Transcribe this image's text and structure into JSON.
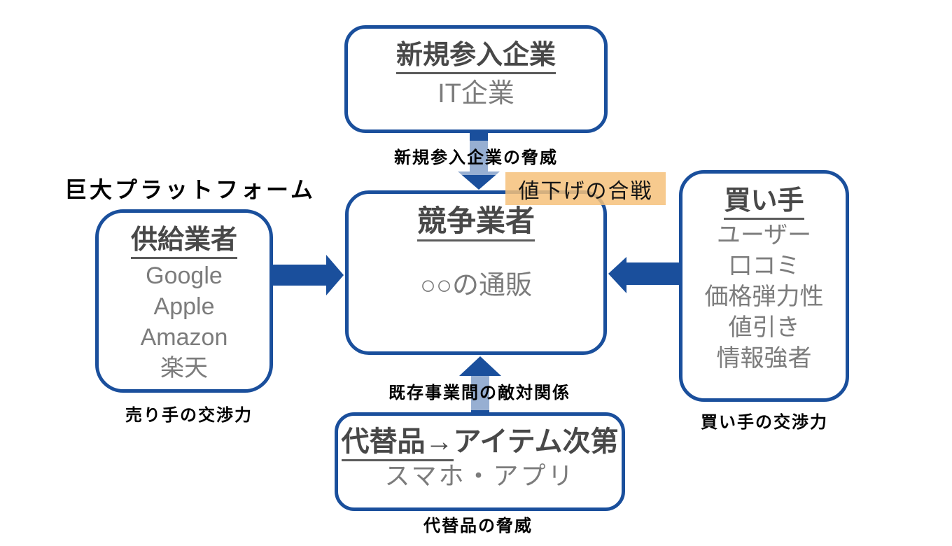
{
  "diagram": {
    "type": "five-forces-diagram",
    "colors": {
      "line_blue": "#1a4f9c",
      "arrow_light_blue": "#8fa9ce",
      "title_gray": "#484848",
      "body_gray": "#7c7c7c",
      "label_black": "#000000",
      "highlight_orange": "#f6c17a"
    },
    "annotations": {
      "platform": "巨大プラットフォーム",
      "price_war": "値下げの合戦"
    },
    "boxes": {
      "new_entrants": {
        "title": "新規参入企業",
        "body": [
          "IT企業"
        ]
      },
      "competitors": {
        "title": "競争業者",
        "body": [
          "○○の通販"
        ]
      },
      "suppliers": {
        "title": "供給業者",
        "body": [
          "Google",
          "Apple",
          "Amazon",
          "楽天"
        ]
      },
      "buyers": {
        "title": "買い手",
        "body": [
          "ユーザー",
          "口コミ",
          "価格弾力性",
          "値引き",
          "情報強者"
        ]
      },
      "substitutes": {
        "title_underline": "代替品→",
        "title_rest": "アイテム次第",
        "body": [
          "スマホ・アプリ"
        ]
      }
    },
    "labels": {
      "new_entrants_threat": "新規参入企業の脅威",
      "rivalry": "既存事業間の敵対関係",
      "supplier_power": "売り手の交渉力",
      "buyer_power": "買い手の交渉力",
      "substitute_threat": "代替品の脅威"
    }
  }
}
